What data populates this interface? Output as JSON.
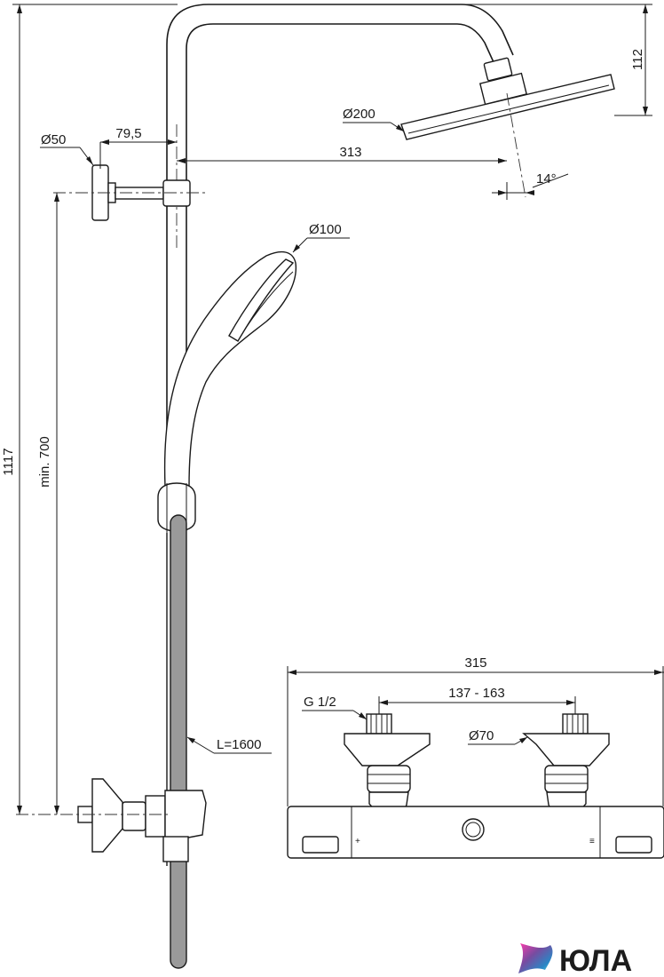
{
  "dimensions": {
    "total_height": "1117",
    "min_height": "min. 700",
    "wall_flange_diameter": "Ø50",
    "arm_offset": "79,5",
    "head_reach": "313",
    "head_drop": "112",
    "head_diameter": "Ø200",
    "head_angle": "14°",
    "handshower_diameter": "Ø100",
    "hose_length": "L=1600",
    "mixer_width": "315",
    "connection_spacing": "137 - 163",
    "thread": "G 1/2",
    "cover_diameter": "Ø70"
  },
  "logo": {
    "text": "ЮЛА",
    "colors": [
      "#ff3cac",
      "#784ba0",
      "#2b86c5",
      "#5ee7df"
    ]
  }
}
